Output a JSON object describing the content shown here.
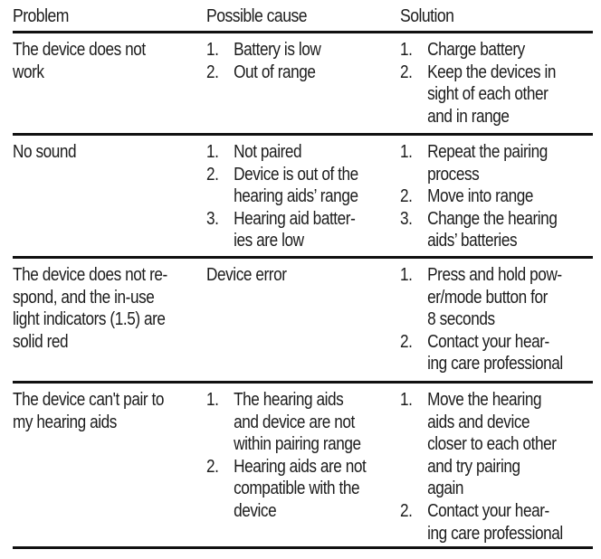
{
  "table": {
    "headers": [
      "Problem",
      "Possible cause",
      "Solution"
    ],
    "rows": [
      {
        "problem": [
          "The device does not",
          "work"
        ],
        "causes": [
          {
            "num": "1.",
            "lines": [
              "Battery is low"
            ]
          },
          {
            "num": "2.",
            "lines": [
              "Out of range"
            ]
          }
        ],
        "solutions": [
          {
            "num": "1.",
            "lines": [
              "Charge battery"
            ]
          },
          {
            "num": "2.",
            "lines": [
              "Keep the devices in",
              "sight of each other",
              "and in range"
            ]
          }
        ]
      },
      {
        "problem": [
          "No sound"
        ],
        "causes": [
          {
            "num": "1.",
            "lines": [
              "Not paired"
            ]
          },
          {
            "num": "2.",
            "lines": [
              "Device is out of the",
              "hearing aids’ range"
            ]
          },
          {
            "num": "3.",
            "lines": [
              "Hearing aid batter-",
              "ies are low"
            ]
          }
        ],
        "solutions": [
          {
            "num": "1.",
            "lines": [
              "Repeat the pairing",
              "process"
            ]
          },
          {
            "num": "2.",
            "lines": [
              "Move into range"
            ]
          },
          {
            "num": "3.",
            "lines": [
              "Change the hearing",
              "aids’ batteries"
            ]
          }
        ]
      },
      {
        "problem": [
          "The device does not re-",
          "spond, and the in-use",
          "light indicators (1.5) are",
          "solid red"
        ],
        "cause_text": "Device error",
        "solutions": [
          {
            "num": "1.",
            "lines": [
              "Press and hold pow-",
              "er/mode button for",
              "8 seconds"
            ]
          },
          {
            "num": "2.",
            "lines": [
              "Contact your hear-",
              "ing care professional"
            ]
          }
        ]
      },
      {
        "problem": [
          "The device can't pair to",
          "my hearing aids"
        ],
        "causes": [
          {
            "num": "1.",
            "lines": [
              "The hearing aids",
              "and device are not",
              "within pairing range"
            ]
          },
          {
            "num": "2.",
            "lines": [
              "Hearing aids are not",
              "compatible with the",
              "device"
            ]
          }
        ],
        "solutions": [
          {
            "num": "1.",
            "lines": [
              "Move the hearing",
              "aids and device",
              "closer to each other",
              "and try pairing",
              "again"
            ]
          },
          {
            "num": "2.",
            "lines": [
              "Contact your hear-",
              "ing care professional"
            ]
          }
        ]
      }
    ]
  }
}
